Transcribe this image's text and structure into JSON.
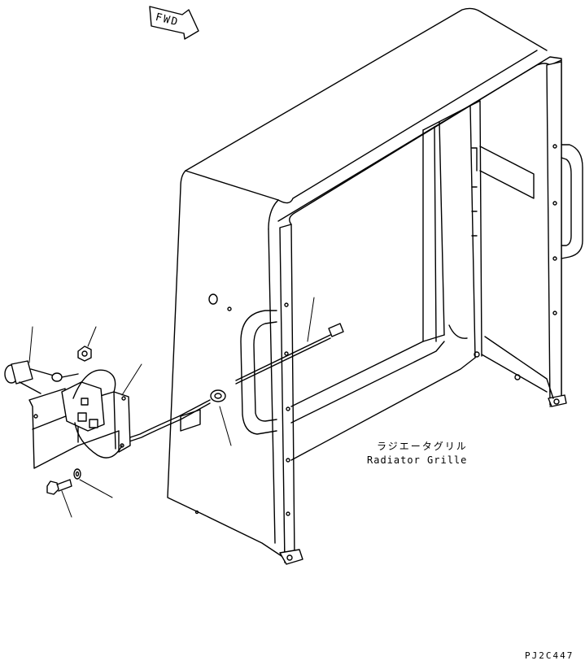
{
  "direction_marker": {
    "text": "FWD",
    "icon": "fwd-arrow-icon"
  },
  "caption": {
    "japanese": "ラジエータグリル",
    "english": "Radiator Grille"
  },
  "drawing_code": "PJ2C447"
}
